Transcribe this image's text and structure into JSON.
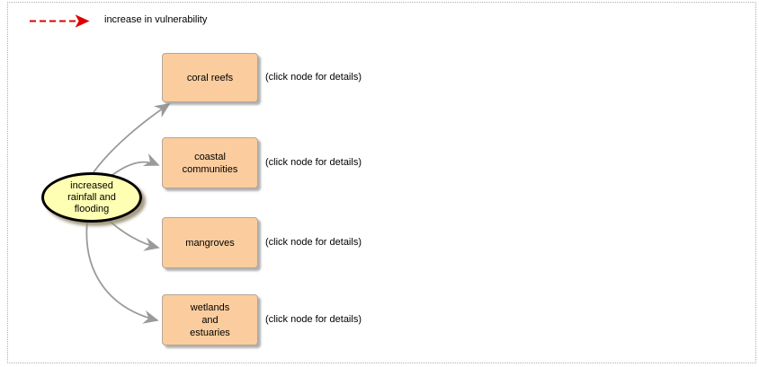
{
  "diagram": {
    "legend": {
      "label": "increase in vulnerability"
    },
    "source_node": {
      "label": "increased rainfall and flooding",
      "lines": [
        "increased",
        "rainfall and",
        "flooding"
      ]
    },
    "target_nodes": [
      {
        "label": "coral reefs",
        "lines": [
          "coral reefs"
        ],
        "hint": "(click node for details)"
      },
      {
        "label": "coastal communities",
        "lines": [
          "coastal",
          "communities"
        ],
        "hint": "(click node for details)"
      },
      {
        "label": "mangroves",
        "lines": [
          "mangroves"
        ],
        "hint": "(click node for details)"
      },
      {
        "label": "wetlands and estuaries",
        "lines": [
          "wetlands",
          "and",
          "estuaries"
        ],
        "hint": "(click node for details)"
      }
    ],
    "colors": {
      "node_fill": "#fbcd9e",
      "node_border": "#b3a698",
      "source_fill": "#ffffb3",
      "source_border": "#000000",
      "connector": "#9a9a9a",
      "legend_arrow": "#dd0000",
      "frame_border": "#b0b0b0"
    }
  }
}
